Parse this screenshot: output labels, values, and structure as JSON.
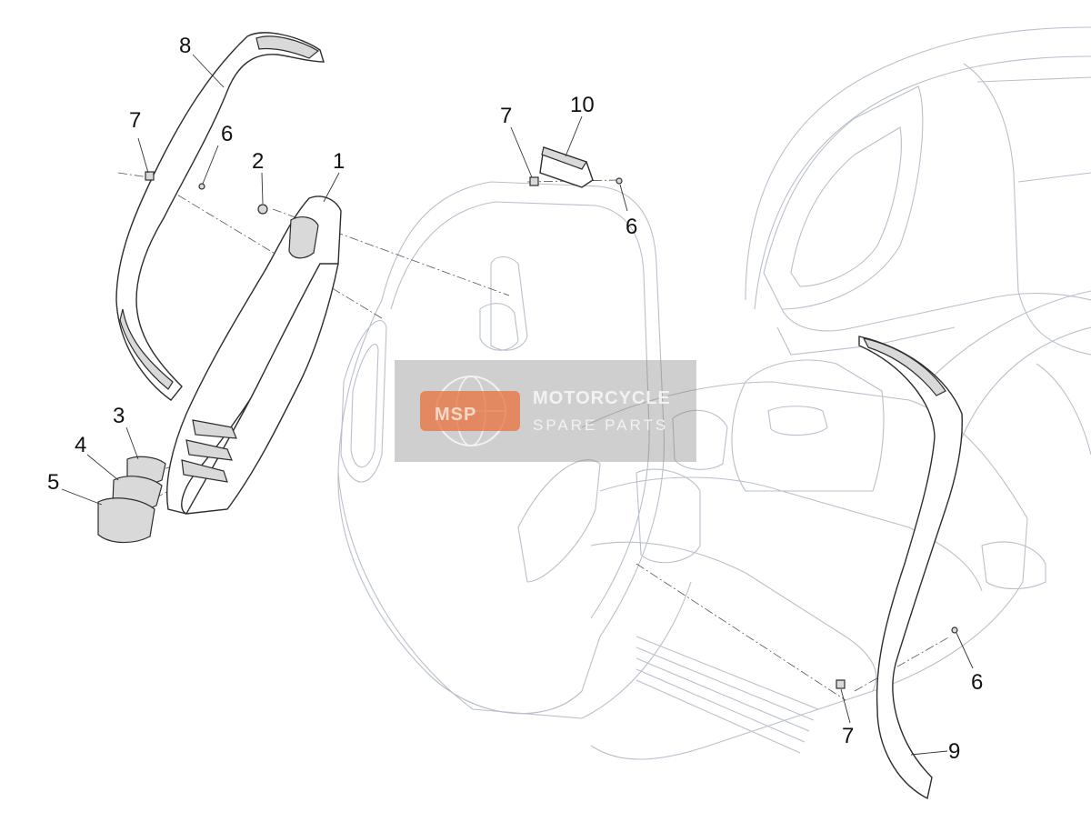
{
  "callouts": [
    {
      "id": "c1",
      "label": "1"
    },
    {
      "id": "c2",
      "label": "2"
    },
    {
      "id": "c3",
      "label": "3"
    },
    {
      "id": "c4",
      "label": "4"
    },
    {
      "id": "c5",
      "label": "5"
    },
    {
      "id": "c6a",
      "label": "6"
    },
    {
      "id": "c6b",
      "label": "6"
    },
    {
      "id": "c6c",
      "label": "6"
    },
    {
      "id": "c7a",
      "label": "7"
    },
    {
      "id": "c7b",
      "label": "7"
    },
    {
      "id": "c7c",
      "label": "7"
    },
    {
      "id": "c8",
      "label": "8"
    },
    {
      "id": "c9",
      "label": "9"
    },
    {
      "id": "c10",
      "label": "10"
    }
  ],
  "watermark": {
    "logo": "MSP",
    "title": "MOTORCYCLE",
    "subtitle": "SPARE PARTS",
    "colors": {
      "logo": "#e8713c",
      "title": "#f2f2f2",
      "subtitle": "#f2f2f2"
    }
  }
}
